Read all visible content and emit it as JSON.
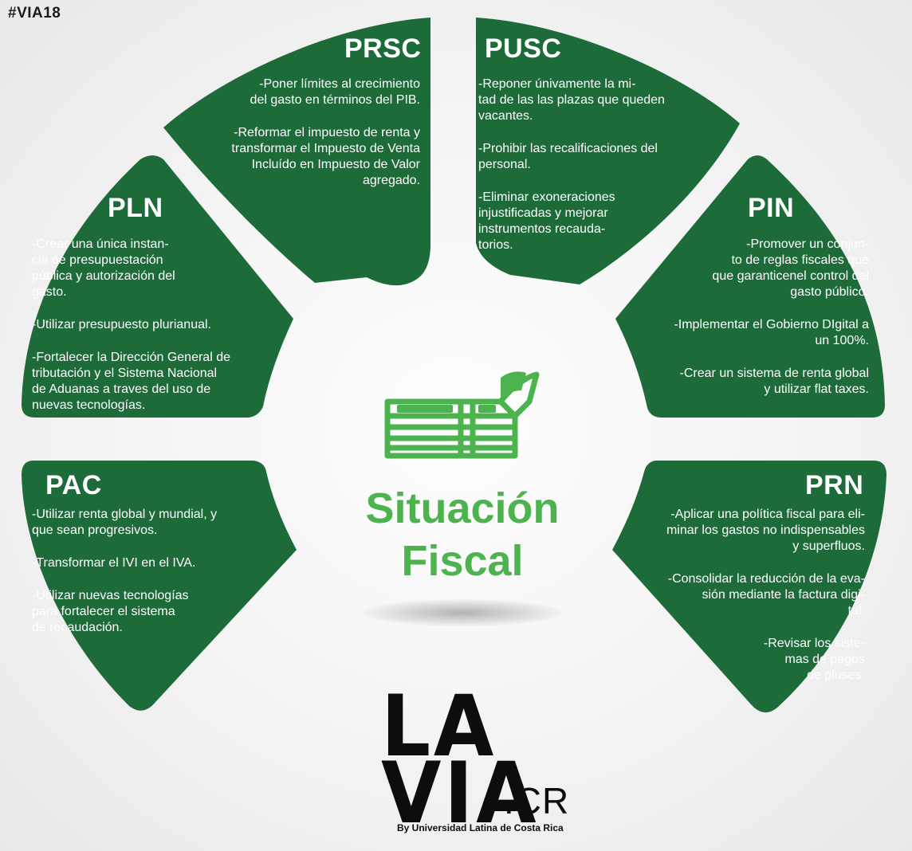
{
  "hashtag": "#VIA18",
  "center": {
    "line1": "Situación",
    "line2": "Fiscal"
  },
  "colors": {
    "segment": "#1e6b3a",
    "accent": "#4cb34f",
    "logo": "#0d0d0d"
  },
  "icon": "money-stack-icon",
  "parties": [
    {
      "name": "PRSC",
      "items": [
        "-Poner límites al crecimiento\ndel gasto en términos del PIB.",
        "-Reformar el impuesto de renta y\ntransformar el Impuesto de Venta\nIncluído en Impuesto de Valor\nagregado."
      ]
    },
    {
      "name": "PUSC",
      "items": [
        "-Reponer únivamente la mi-\ntad de las las plazas que queden\nvacantes.",
        "-Prohibir las recalificaciones del\npersonal.",
        "-Eliminar exoneraciones\ninjustificadas y mejorar\ninstrumentos recauda-\ntorios."
      ]
    },
    {
      "name": "PLN",
      "items": [
        "-Crear una única instan-\ncia de presupuestación\npública y autorización del\ngasto.",
        "-Utilizar presupuesto plurianual.",
        "-Fortalecer la Dirección General de\ntributación y el Sistema Nacional\nde Aduanas a traves del uso de\nnuevas tecnologías."
      ]
    },
    {
      "name": "PIN",
      "items": [
        "-Promover un conjun-\nto de reglas fiscales que\nque garanticenel control del\ngasto público.",
        "-Implementar el Gobierno DIgital a\nun 100%.",
        "-Crear un sistema de renta global\ny utilizar flat taxes."
      ]
    },
    {
      "name": "PAC",
      "items": [
        "-Utilizar renta global y mundial, y\nque sean progresivos.",
        "-Transformar el IVI en el IVA.",
        "-Utilizar nuevas tecnologías\npara fortalecer el sistema\nde recaudación."
      ]
    },
    {
      "name": "PRN",
      "items": [
        "-Aplicar una política fiscal para eli-\nminar los gastos no indispensables\ny superfluos.",
        "-Consolidar la reducción de la eva-\nsión mediante la factura digi-\ntal.",
        "-Revisar los siste-\nmas de pagos\nde pluses."
      ]
    }
  ],
  "logo": {
    "line1": "LA",
    "line2": "VIA",
    "suffix": ".CR",
    "tagline": "By Universidad Latina de Costa Rica"
  }
}
